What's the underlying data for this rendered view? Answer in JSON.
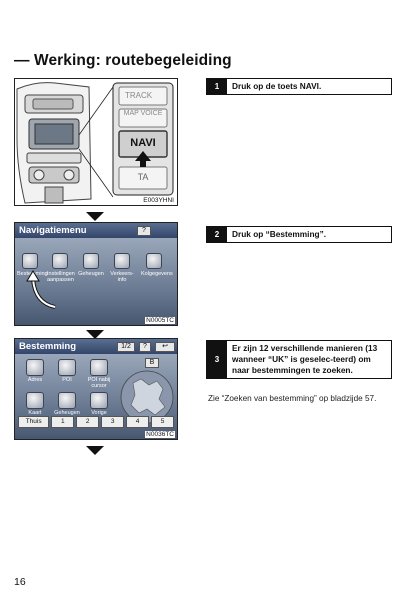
{
  "page": {
    "title": "— Werking: routebegeleiding",
    "page_number": "16"
  },
  "steps": [
    {
      "number": "1",
      "text": "Druk op de toets NAVI."
    },
    {
      "number": "2",
      "text": "Druk op “Bestemming”."
    },
    {
      "number": "3",
      "text": "Er zijn 12 verschillende manieren (13 wanneer “UK” is geselec-teerd) om naar bestemmingen te zoeken."
    }
  ],
  "note": "Zie “Zoeken van bestemming” op bladzijde 57.",
  "figure1": {
    "tag": "E003YHNI",
    "buttons": [
      "TRACK",
      "MAP VOICE",
      "NAVI",
      "TA"
    ]
  },
  "figure2": {
    "tag": "N0005TC",
    "header": "Navigatiemenu",
    "help": "?",
    "items": [
      "Bestemming",
      "Instellingen aanpassen",
      "Geheugen",
      "Verkeers-info",
      "Kolgegevens"
    ]
  },
  "figure3": {
    "tag": "N0036TC",
    "header": "Bestemming",
    "page_indicator": "1/2",
    "help": "?",
    "back": "↩",
    "b_button": "B",
    "items": [
      "Adres",
      "POI",
      "POI nabij cursor",
      "Kaart",
      "Geheugen",
      "Vorige"
    ],
    "memory": [
      "Thuis",
      "1",
      "2",
      "3",
      "4",
      "5"
    ]
  },
  "icons": [
    "search-icon",
    "settings-icon",
    "flag-icon",
    "traffic-icon",
    "map-icon",
    "house-icon",
    "building-icon",
    "cursor-icon",
    "globe-icon",
    "memory-icon",
    "history-icon"
  ]
}
